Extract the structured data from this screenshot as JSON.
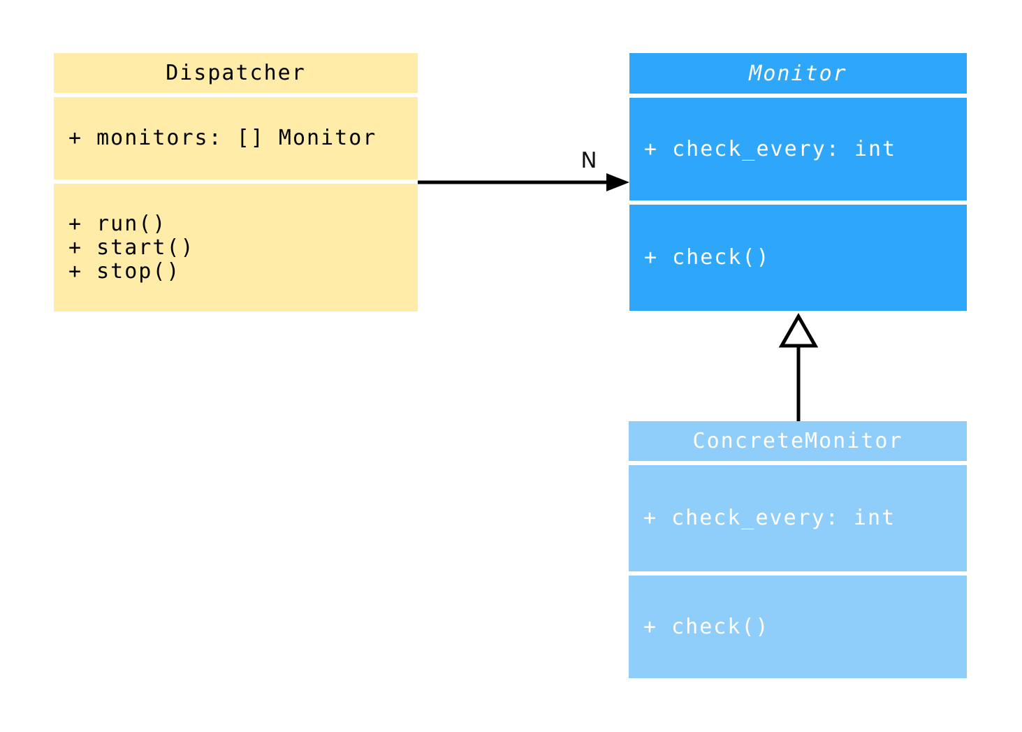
{
  "diagram": {
    "type": "uml-class-diagram",
    "background": "#ffffff",
    "classes": [
      {
        "name": "Dispatcher",
        "abstract": false,
        "attributes": [
          "+ monitors: [] Monitor"
        ],
        "methods": [
          "+ run()",
          "+ start()",
          "+ stop()"
        ],
        "colors": {
          "fill": "#FEECA8",
          "text": "#000000"
        }
      },
      {
        "name": "Monitor",
        "abstract": true,
        "attributes": [
          "+ check_every: int"
        ],
        "methods": [
          "+ check()"
        ],
        "colors": {
          "fill": "#2EA6F9",
          "text": "#FFFFFF"
        }
      },
      {
        "name": "ConcreteMonitor",
        "abstract": false,
        "attributes": [
          "+ check_every: int"
        ],
        "methods": [
          "+ check()"
        ],
        "colors": {
          "fill": "#8FCEFA",
          "text": "#FFFFFF"
        }
      }
    ],
    "relations": [
      {
        "type": "association",
        "from": "Dispatcher",
        "to": "Monitor",
        "label": "N",
        "line_color": "#000000"
      },
      {
        "type": "inheritance",
        "from": "ConcreteMonitor",
        "to": "Monitor",
        "label": "",
        "line_color": "#000000"
      }
    ]
  }
}
